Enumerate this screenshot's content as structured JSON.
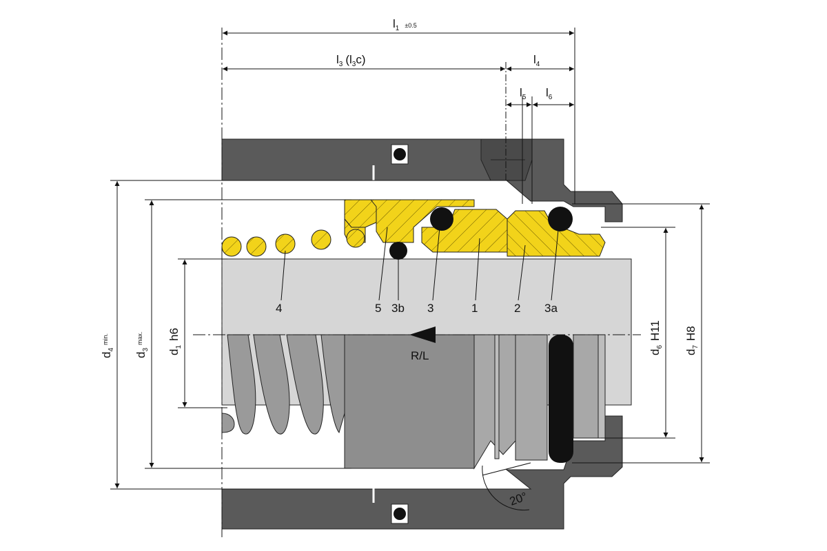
{
  "dimensions": {
    "l1": {
      "main": "l",
      "sub": "1",
      "tol": "±0.5"
    },
    "l3": {
      "main": "l",
      "sub": "3",
      "extra": "(l",
      "extra_sub": "3",
      "extra_end": "c)"
    },
    "l4": {
      "main": "l",
      "sub": "4"
    },
    "l5": {
      "main": "l",
      "sub": "5"
    },
    "l6": {
      "main": "l",
      "sub": "6"
    },
    "d4": {
      "main": "d",
      "sub": "4",
      "note": "min."
    },
    "d3": {
      "main": "d",
      "sub": "3",
      "note": "max."
    },
    "d1": {
      "main": "d",
      "sub": "1",
      "note": "h6"
    },
    "d6": {
      "main": "d",
      "sub": "6",
      "note": "H11"
    },
    "d7": {
      "main": "d",
      "sub": "7",
      "note": "H8"
    }
  },
  "parts": [
    "4",
    "5",
    "3b",
    "3",
    "1",
    "2",
    "3a"
  ],
  "rotation": "R/L",
  "angle": "20°",
  "colors": {
    "housing": "#5a5a5a",
    "shaft": "#d6d6d6",
    "yellow": "#f2d31a",
    "spring": "#9a9a9a",
    "ring": "#a8a8a8",
    "black": "#111111"
  }
}
